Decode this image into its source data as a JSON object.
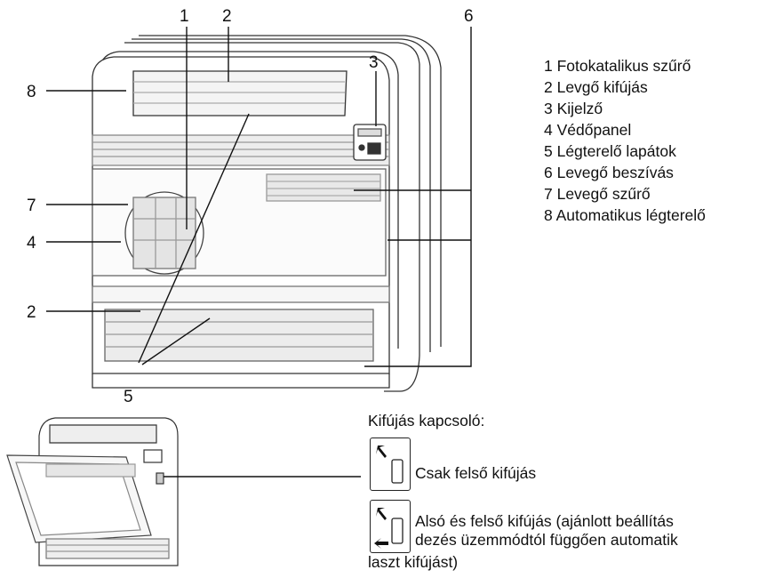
{
  "callouts": {
    "n1": "1",
    "n2_top": "2",
    "n3": "3",
    "n4": "4",
    "n5": "5",
    "n6": "6",
    "n7": "7",
    "n8": "8",
    "n2_left": "2"
  },
  "legend": [
    "1 Fotokatalikus szűrő",
    "2 Levgő kifújás",
    "3 Kijelző",
    "4 Védőpanel",
    "5 Légterelő lapátok",
    "6 Levegő beszívás",
    "7 Levegő szűrő",
    "8 Automatikus légterelő"
  ],
  "switch": {
    "title": "Kifújás kapcsoló:",
    "option1": "Csak felső kifújás",
    "option2_line1": "Alsó és felső kifújás (ajánlott beállítás",
    "option2_line2": "dezés üzemmódtól függően automatik",
    "option2_line3": "laszt kifújást)"
  }
}
